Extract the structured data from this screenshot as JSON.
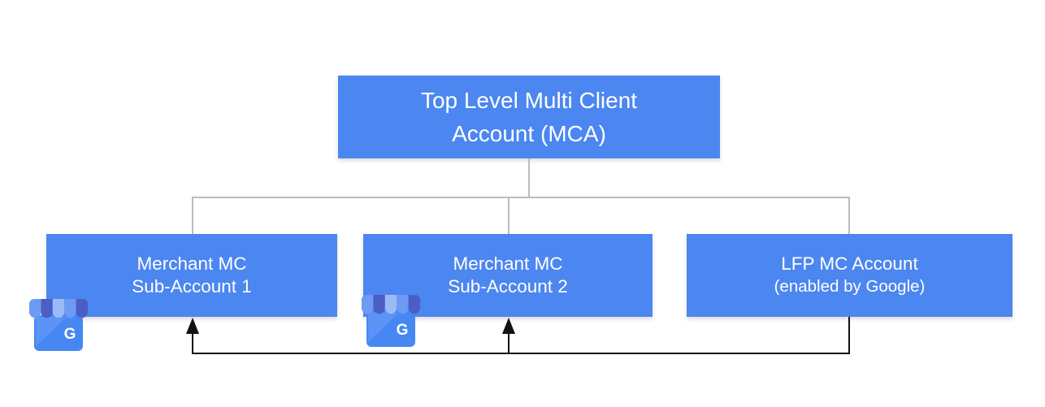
{
  "diagram": {
    "title_context": "Merchant Center account hierarchy",
    "root_box": {
      "line1": "Top Level Multi Client",
      "line2": "Account (MCA)"
    },
    "sub_boxes": [
      {
        "line1": "Merchant MC",
        "line2": "Sub-Account 1"
      },
      {
        "line1": "Merchant MC",
        "line2": "Sub-Account 2"
      },
      {
        "line1": "LFP MC Account",
        "line2": "(enabled by Google)"
      }
    ],
    "gmb_icon": {
      "name": "google-my-business",
      "letter": "G"
    },
    "colors": {
      "box_fill": "#4c86f0",
      "box_text": "#ffffff",
      "tree_line": "#bcbcbc",
      "flow_line": "#111111",
      "canvas_bg": "#ffffff",
      "gmb_body": "#4687f3",
      "gmb_body_highlight": "#5b93f6",
      "gmb_awning_medium": "#6d9af3",
      "gmb_awning_dark": "#4a5ec6",
      "gmb_awning_light": "#9cbaf8"
    }
  }
}
